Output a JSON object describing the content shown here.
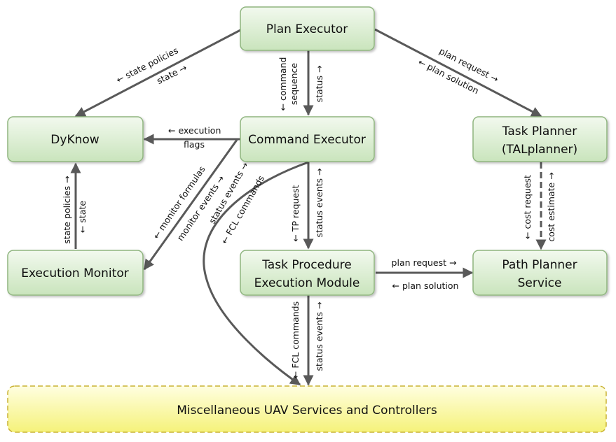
{
  "colors": {
    "box_fill_top": "#f2f9ee",
    "box_fill_bottom": "#c9e4bc",
    "box_stroke": "#8fb57f",
    "bus_fill_top": "#fffee0",
    "bus_fill_bottom": "#f5f27a",
    "bus_stroke": "#c9b233",
    "arrow": "#595959"
  },
  "nodes": {
    "plan_executor": "Plan Executor",
    "dyknow": "DyKnow",
    "command_executor": "Command Executor",
    "task_planner_line1": "Task Planner",
    "task_planner_line2": "(TALplanner)",
    "execution_monitor": "Execution Monitor",
    "tp_module_line1": "Task Procedure",
    "tp_module_line2": "Execution Module",
    "path_planner_line1": "Path Planner",
    "path_planner_line2": "Service",
    "misc_services": "Miscellaneous UAV Services and Controllers"
  },
  "edge_labels": {
    "state_policies_left": "← state policies",
    "state_right": "state →",
    "command_sequence_1": "← command",
    "command_sequence_2": "sequence",
    "status_up": "status →",
    "plan_request_right": "plan request →",
    "plan_solution_left": "← plan solution",
    "execution_flags_1": "← execution",
    "execution_flags_2": "flags",
    "monitor_formulas": "← monitor formulas",
    "monitor_events": "monitor events →",
    "status_events_diag": "status events →",
    "fcl_commands_diag": "← FCL commands",
    "tp_request": "← TP request",
    "status_events_ce": "status events →",
    "state_policies_vert": "state policies →",
    "state_vert": "← state",
    "cost_request": "← cost request",
    "cost_estimate": "cost estimate →",
    "pp_plan_request": "plan request →",
    "pp_plan_solution": "← plan solution",
    "fcl_commands_tp": "← FCL commands",
    "status_events_tp": "status events →"
  }
}
